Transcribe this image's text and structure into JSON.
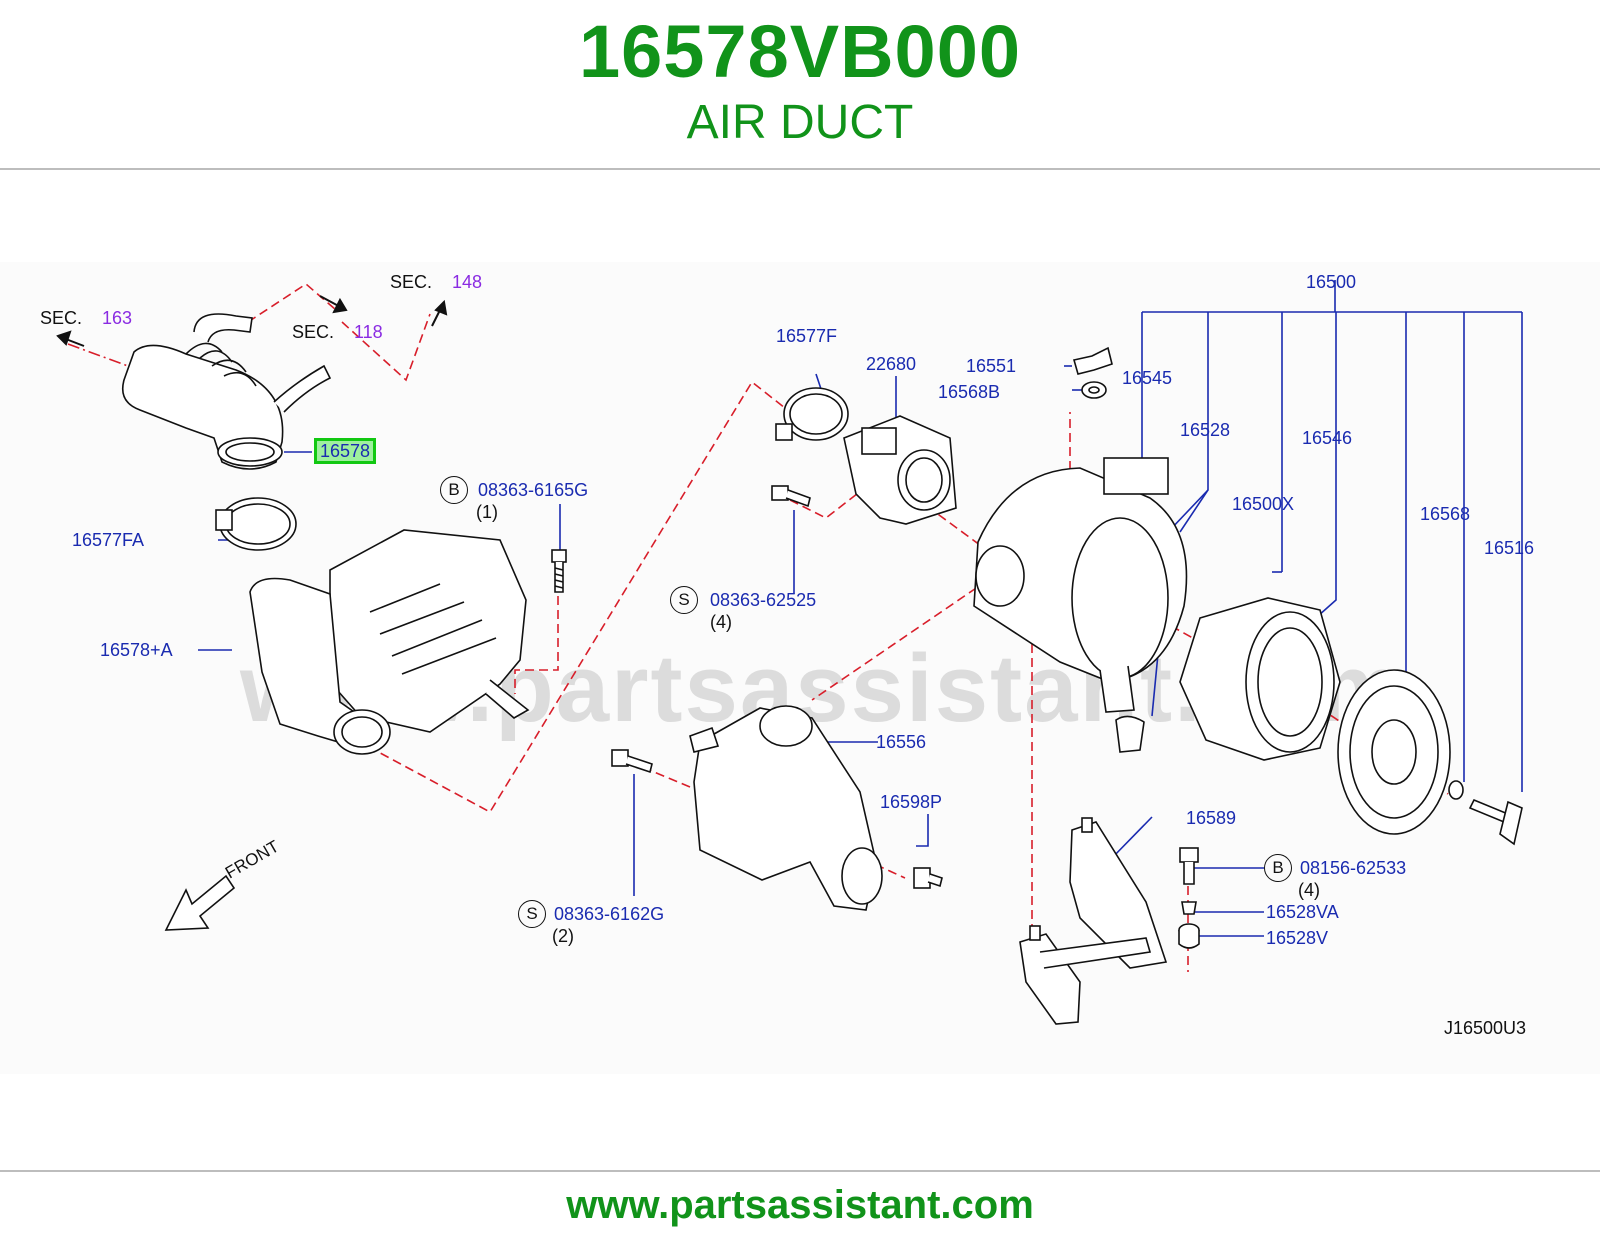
{
  "header": {
    "part_number": "16578VB000",
    "part_name": "AIR DUCT"
  },
  "footer": {
    "url": "www.partsassistant.com"
  },
  "watermark": "www.partsassistant.com",
  "colors": {
    "title_green": "#11931a",
    "label_blue": "#1a2bb0",
    "section_purple": "#8a2be2",
    "leader_red": "#d81e2a",
    "highlight_fill": "#9ef09e",
    "highlight_border": "#12c812"
  },
  "sections": {
    "sec163": {
      "prefix": "SEC.",
      "number": "163"
    },
    "sec118": {
      "prefix": "SEC.",
      "number": "118"
    },
    "sec148": {
      "prefix": "SEC.",
      "number": "148"
    }
  },
  "labels": {
    "p16578": "16578",
    "p16577FA": "16577FA",
    "p16578A": "16578+A",
    "p16577F": "16577F",
    "p22680": "22680",
    "p16551": "16551",
    "p16568B": "16568B",
    "p16545": "16545",
    "p16500": "16500",
    "p16528": "16528",
    "p16546": "16546",
    "p16500X": "16500X",
    "p16568": "16568",
    "p16516": "16516",
    "p16556": "16556",
    "p16598P": "16598P",
    "p16589": "16589",
    "p16528VA": "16528VA",
    "p16528V": "16528V"
  },
  "fasteners": {
    "f1": {
      "badge": "B",
      "part": "08363-6165G",
      "qty": "(1)"
    },
    "f2": {
      "badge": "S",
      "part": "08363-62525",
      "qty": "(4)"
    },
    "f3": {
      "badge": "S",
      "part": "08363-6162G",
      "qty": "(2)"
    },
    "f4": {
      "badge": "B",
      "part": "08156-62533",
      "qty": "(4)"
    }
  },
  "front_label": "FRONT",
  "diagram_code": "J16500U3"
}
